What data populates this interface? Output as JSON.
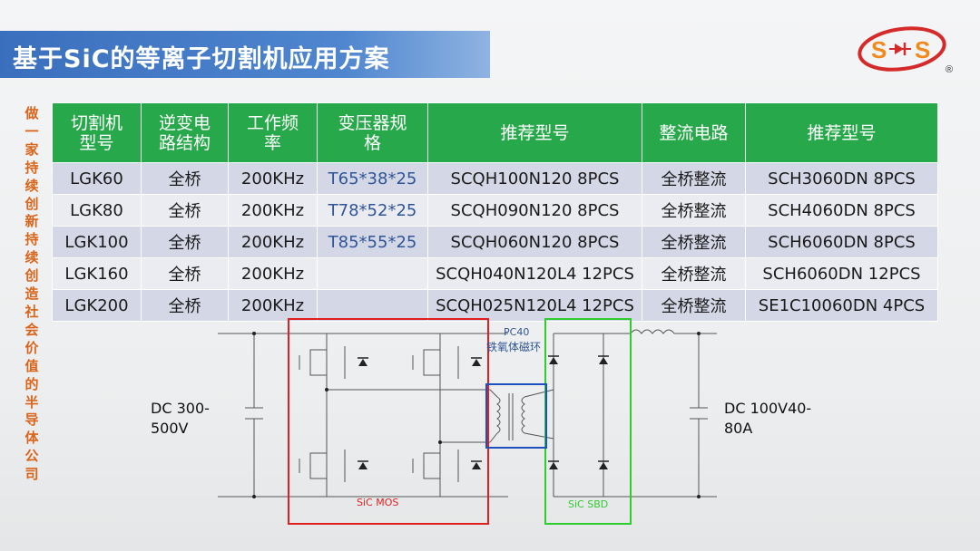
{
  "title": "基于SiC的等离子切割机应用方案",
  "logo": {
    "text": "S+S",
    "registered": "®"
  },
  "side_slogan": [
    "做",
    "一",
    "家",
    "持",
    "续",
    "创",
    "新",
    "持",
    "续",
    "创",
    "造",
    "社",
    "会",
    "价",
    "值",
    "的",
    "半",
    "导",
    "体",
    "公",
    "司"
  ],
  "table": {
    "headers": [
      [
        "切割机",
        "型号"
      ],
      [
        "逆变电",
        "路结构"
      ],
      [
        "工作频",
        "率"
      ],
      [
        "变压器规",
        "格"
      ],
      [
        "推荐型号"
      ],
      [
        "整流电路"
      ],
      [
        "推荐型号"
      ]
    ],
    "rows": [
      [
        "LGK60",
        "全桥",
        "200KHz",
        "T65*38*25",
        "SCQH100N120 8PCS",
        "全桥整流",
        "SCH3060DN 8PCS"
      ],
      [
        "LGK80",
        "全桥",
        "200KHz",
        "T78*52*25",
        "SCQH090N120 8PCS",
        "全桥整流",
        "SCH4060DN 8PCS"
      ],
      [
        "LGK100",
        "全桥",
        "200KHz",
        "T85*55*25",
        "SCQH060N120 8PCS",
        "全桥整流",
        "SCH6060DN 8PCS"
      ],
      [
        "LGK160",
        "全桥",
        "200KHz",
        "",
        "SCQH040N120L4 12PCS",
        "全桥整流",
        "SCH6060DN 12PCS"
      ],
      [
        "LGK200",
        "全桥",
        "200KHz",
        "",
        "SCQH025N120L4 12PCS",
        "全桥整流",
        "SE1C10060DN 4PCS"
      ]
    ]
  },
  "circuit": {
    "input_label": [
      "DC 300-",
      "500V"
    ],
    "output_label": [
      "DC 100V40-",
      "80A"
    ],
    "mos_label": "SiC MOS",
    "sbd_label": "SiC SBD",
    "core_material": "PC40",
    "core_name": "铁氧体磁环"
  },
  "colors": {
    "title_bar": "#4a7fc8",
    "header_green": "#27a84a",
    "slogan_orange": "#d9641a",
    "mos_box": "#e02020",
    "sbd_box": "#2ecc2e",
    "transformer_box": "#1f4fbf",
    "logo_red": "#d42a2a",
    "logo_orange": "#f08a1c"
  }
}
